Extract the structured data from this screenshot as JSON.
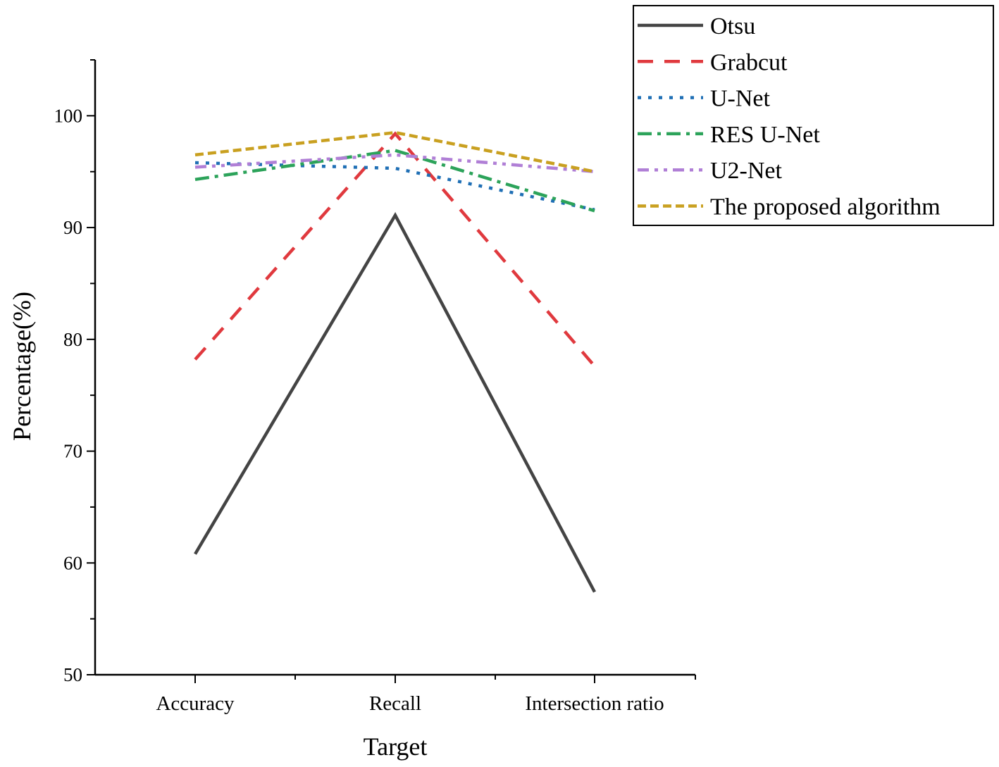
{
  "chart_data": {
    "type": "line",
    "categories": [
      "Accuracy",
      "Recall",
      "Intersection ratio"
    ],
    "xlabel": "Target",
    "ylabel": "Percentage(%)",
    "ylim": [
      50,
      105
    ],
    "yticks": [
      50,
      60,
      70,
      80,
      90,
      100
    ],
    "grid": false,
    "legend_position": "top-right",
    "series": [
      {
        "name": "Otsu",
        "values": [
          60.8,
          91.1,
          57.4
        ],
        "color": "#444444",
        "style": "solid"
      },
      {
        "name": "Grabcut",
        "values": [
          78.2,
          98.4,
          77.6
        ],
        "color": "#e0393e",
        "style": "dashed"
      },
      {
        "name": "U-Net",
        "values": [
          95.8,
          95.3,
          91.6
        ],
        "color": "#1f6fb5",
        "style": "dotted"
      },
      {
        "name": "RES U-Net",
        "values": [
          94.3,
          96.9,
          91.5
        ],
        "color": "#2ca35a",
        "style": "dashdot"
      },
      {
        "name": "U2-Net",
        "values": [
          95.4,
          96.5,
          95.0
        ],
        "color": "#b07fd6",
        "style": "dashdotdot"
      },
      {
        "name": "The proposed algorithm",
        "values": [
          96.5,
          98.5,
          95.0
        ],
        "color": "#c9a020",
        "style": "shortdash"
      }
    ]
  }
}
